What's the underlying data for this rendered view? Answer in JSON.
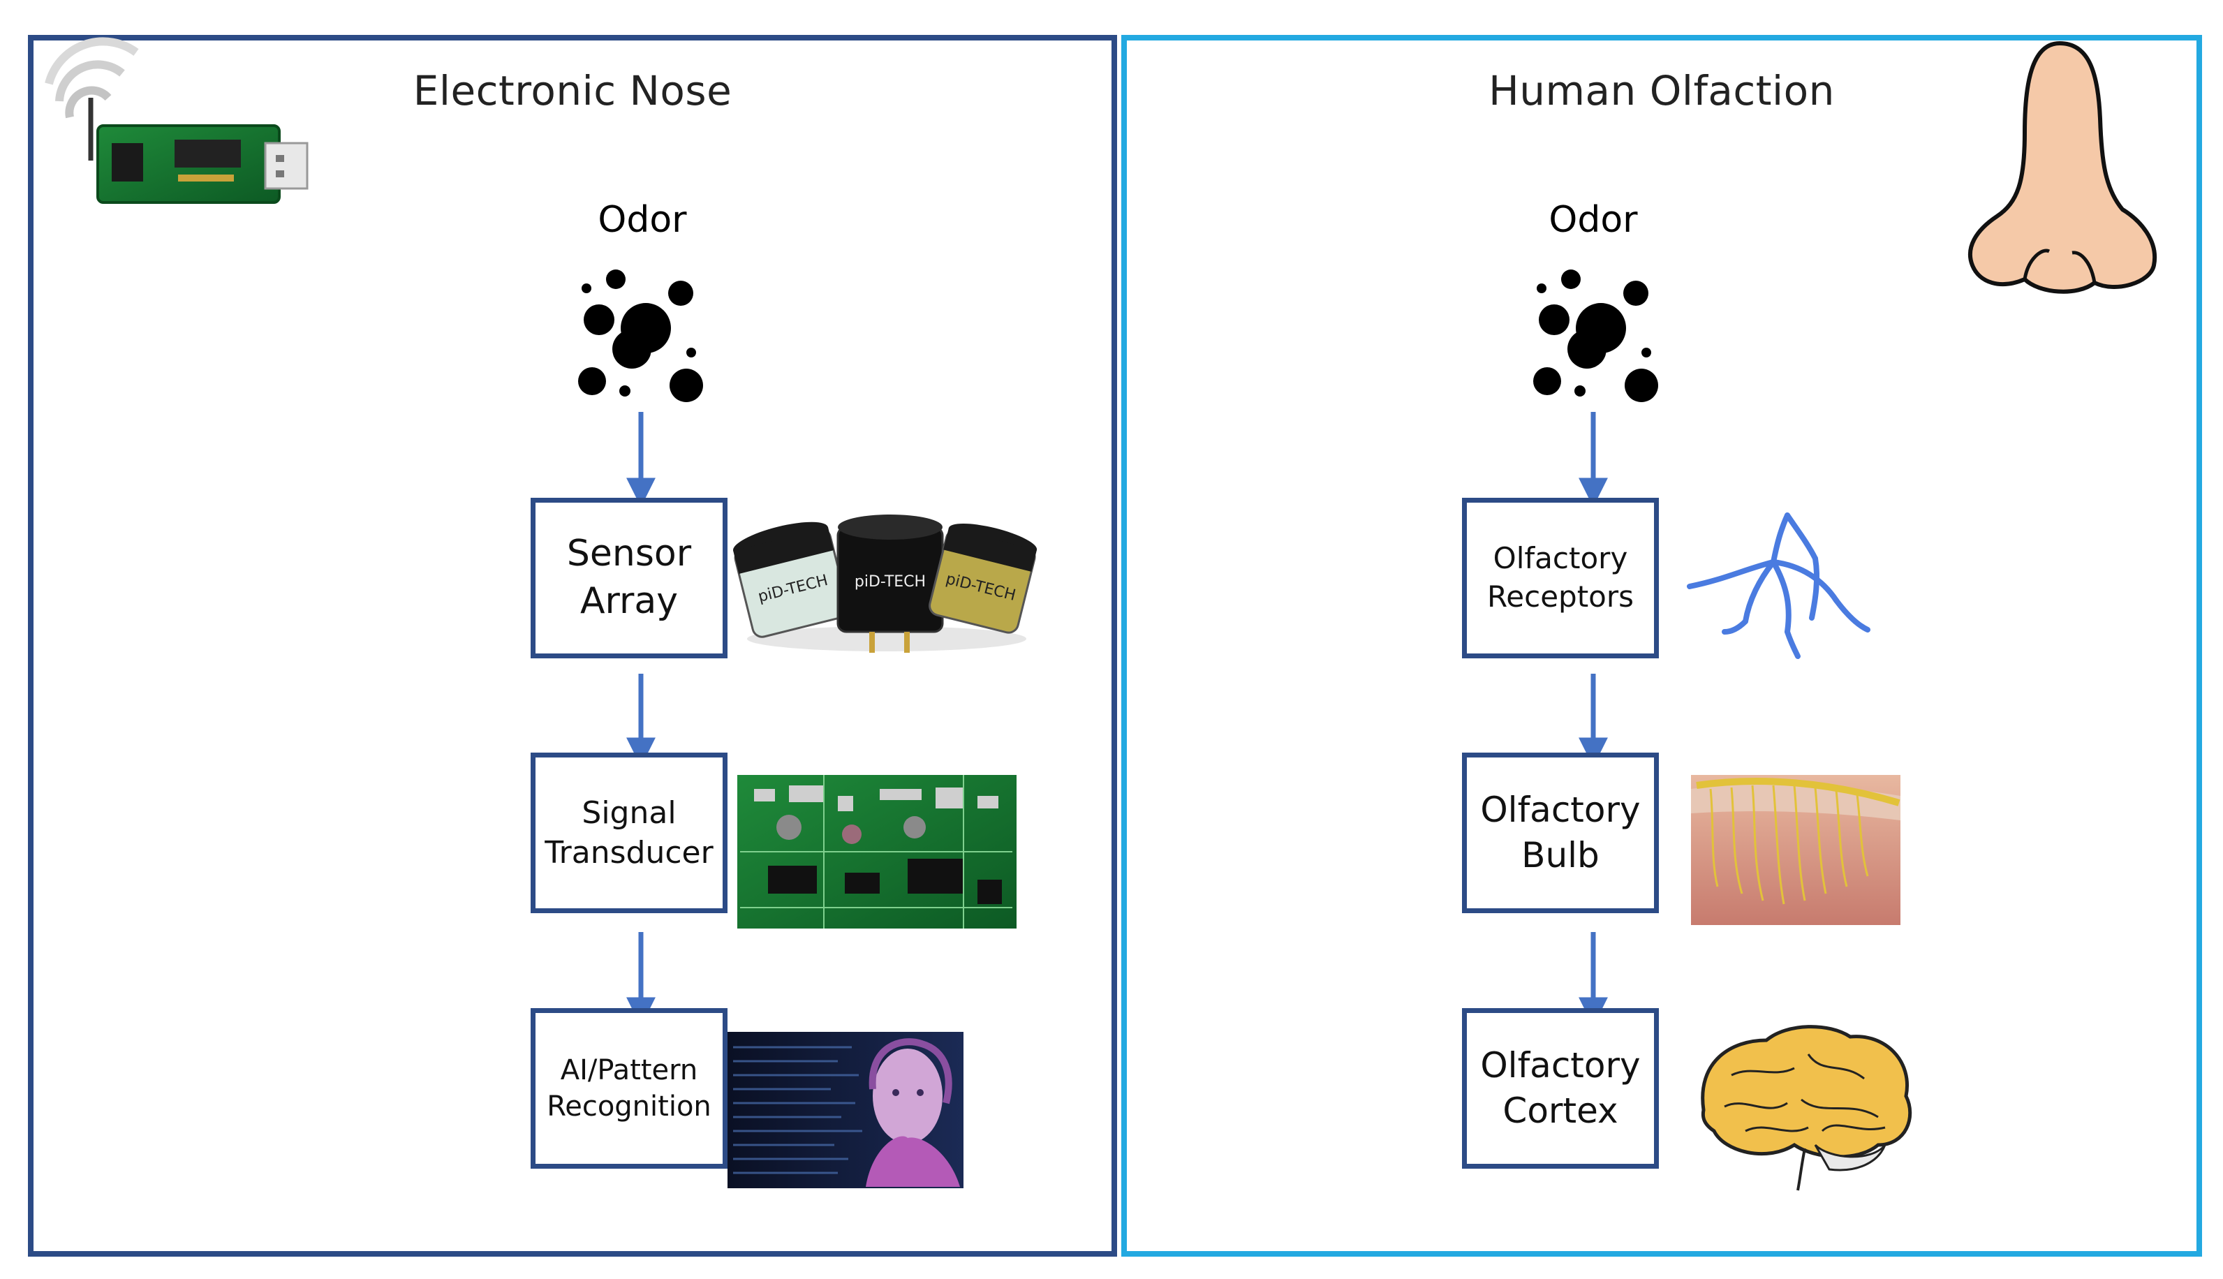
{
  "left": {
    "title": "Electronic Nose",
    "odor": "Odor",
    "boxes": [
      "Sensor\nArray",
      "Signal\nTransducer",
      "AI/Pattern\nRecognition"
    ]
  },
  "right": {
    "title": "Human Olfaction",
    "odor": "Odor",
    "boxes": [
      "Olfactory\nReceptors",
      "Olfactory\nBulb",
      "Olfactory\nCortex"
    ]
  },
  "images": {
    "sensor_labels": [
      "piD-TECH",
      "piD-TECH",
      "piD-TECH"
    ]
  },
  "colors": {
    "left_border": "#2c4b86",
    "right_border": "#23a9e1",
    "arrow": "#4472c4"
  }
}
